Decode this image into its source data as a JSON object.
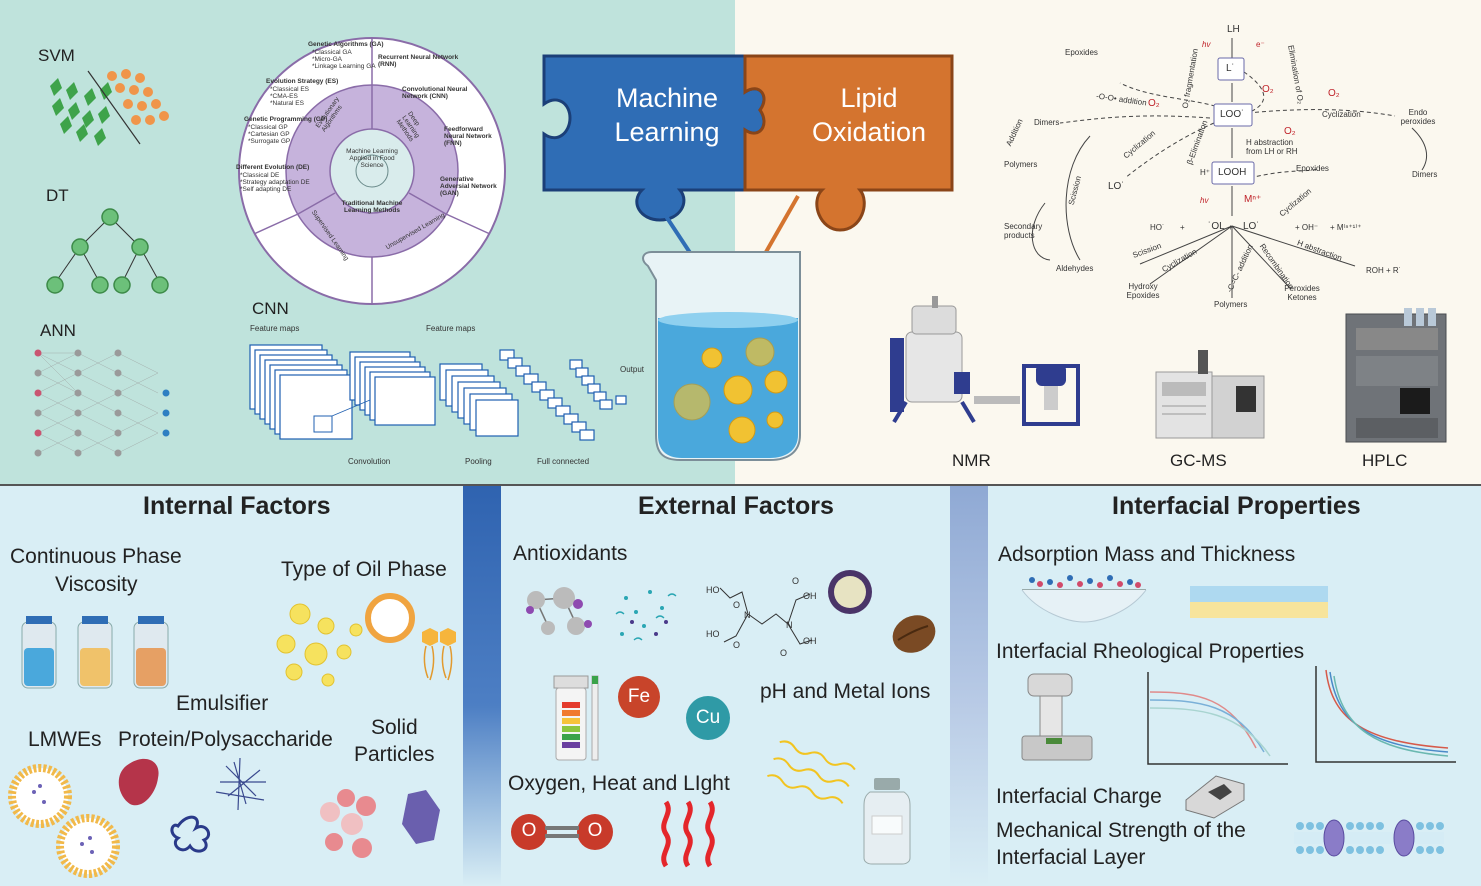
{
  "top_left": {
    "ml_labels": {
      "svm": "SVM",
      "dt": "DT",
      "ann": "ANN",
      "cnn": "CNN"
    },
    "cnn": {
      "feature_maps_1": "Feature maps",
      "feature_maps_2": "Feature maps",
      "output": "Output",
      "convolution": "Convolution",
      "pooling": "Pooling",
      "full_connected": "Full connected"
    },
    "wheel": {
      "center": "Machine Learning Applied in Food Science",
      "ring": [
        "Evolutionary Algorithms",
        "Deep Learning Methods",
        "Traditional Machine Learning Methods"
      ],
      "outer": [
        {
          "title": "Genetic Algorithms (GA)",
          "items": [
            "*Classical GA",
            "*Micro-GA",
            "*Linkage Learning GA"
          ]
        },
        {
          "title": "Evolution Strategy (ES)",
          "items": [
            "*Classical ES",
            "*CMA-ES",
            "*Natural ES"
          ]
        },
        {
          "title": "Genetic Programming (GP)",
          "items": [
            "*Classical GP",
            "*Cartesian GP",
            "*Surrogate GP"
          ]
        },
        {
          "title": "Different Evolution (DE)",
          "items": [
            "*Classical DE",
            "*Strategy adaptation DE",
            "*Self adapting DE"
          ]
        },
        {
          "title": "Recurrent Neural Network (RNN)",
          "items": []
        },
        {
          "title": "Convolutional Neural Network (CNN)",
          "items": []
        },
        {
          "title": "Feedforward Neural Network (FNN)",
          "items": []
        },
        {
          "title": "Generative Adversial Network (GAN)",
          "items": []
        }
      ],
      "bottom": [
        "Supervised Learning",
        "Unsupervised Learning"
      ]
    }
  },
  "puzzle": {
    "left_line1": "Machine",
    "left_line2": "Learning",
    "right_line1": "Lipid",
    "right_line2": "Oxidation",
    "left_color": "#2f6db5",
    "right_color": "#d4742f"
  },
  "oxidation": {
    "nodes": {
      "lh": "LH",
      "l_radical": "L˙",
      "loo_radical": "LOO˙",
      "looh": "LOOH",
      "ho": "HO˙",
      "ol": "˙OL",
      "lo": "LO˙",
      "lo2": "LO˙",
      "plus1": "+",
      "plus2": "+",
      "oh_minus": "+ OH⁻",
      "metal": "+ M⁽ⁿ⁺¹⁾⁺"
    },
    "labels": {
      "epoxides1": "Epoxides",
      "addition1": "-O-O• addition",
      "o2a": "O₂",
      "o2b": "O₂",
      "o2c": "O₂",
      "o2d": "O₂",
      "cyclization1": "Cyclization",
      "endo": "Endo peroxides",
      "dimers1": "Dimers",
      "dimers2": "Dimers",
      "polymers1": "Polymers",
      "polymers2": "Polymers",
      "addition_v": "Addition",
      "cyclization2": "Cyclization",
      "elimination": "β-Elimination",
      "h_plus": "H⁺",
      "habs1": "H abstraction from LH or RH",
      "epoxides2": "Epoxides",
      "cyclization3": "Cyclization",
      "scission1": "Scission",
      "scission2": "Scission",
      "secondary": "Secondary products",
      "aldehydes": "Aldehydes",
      "hydroxy": "Hydroxy Epoxides",
      "cyclization4": "Cyclization",
      "cc_addition": "-C=C- addition",
      "recombination": "Recombination",
      "peroxides_ketones": "Peroxides Ketones",
      "habs2": "H abstraction",
      "roh": "ROH + R˙",
      "hv1": "hv",
      "hv2": "hv",
      "eminus": "e⁻",
      "mn": "Mⁿ⁺",
      "elim_o2": "Elimination of O₂",
      "o2_fragm": "O₂ fragmentation"
    },
    "instruments": {
      "nmr": "NMR",
      "gcms": "GC-MS",
      "hplc": "HPLC"
    }
  },
  "bottom": {
    "internal": {
      "title": "Internal Factors",
      "continuous_1": "Continuous Phase",
      "continuous_2": "Viscosity",
      "oil": "Type of Oil Phase",
      "emulsifier": "Emulsifier",
      "lmwes": "LMWEs",
      "protein": "Protein/Polysaccharide",
      "solid_1": "Solid",
      "solid_2": "Particles"
    },
    "external": {
      "title": "External Factors",
      "antioxidants": "Antioxidants",
      "ph": "pH and Metal Ions",
      "fe": "Fe",
      "cu": "Cu",
      "oxygen": "Oxygen, Heat and LIght",
      "o_left": "O",
      "o_right": "O",
      "edta_labels": [
        "HO",
        "O",
        "OH",
        "HO",
        "O",
        "OH",
        "N",
        "N",
        "O",
        "O"
      ]
    },
    "interfacial": {
      "title": "Interfacial Properties",
      "adsorption": "Adsorption Mass and Thickness",
      "rheology": "Interfacial Rheological Properties",
      "charge": "Interfacial Charge",
      "mech_1": "Mechanical Strength of the",
      "mech_2": "Interfacial Layer"
    },
    "colors": {
      "bar1": "#2f63b0",
      "bar2": "#8fa9d4"
    }
  }
}
